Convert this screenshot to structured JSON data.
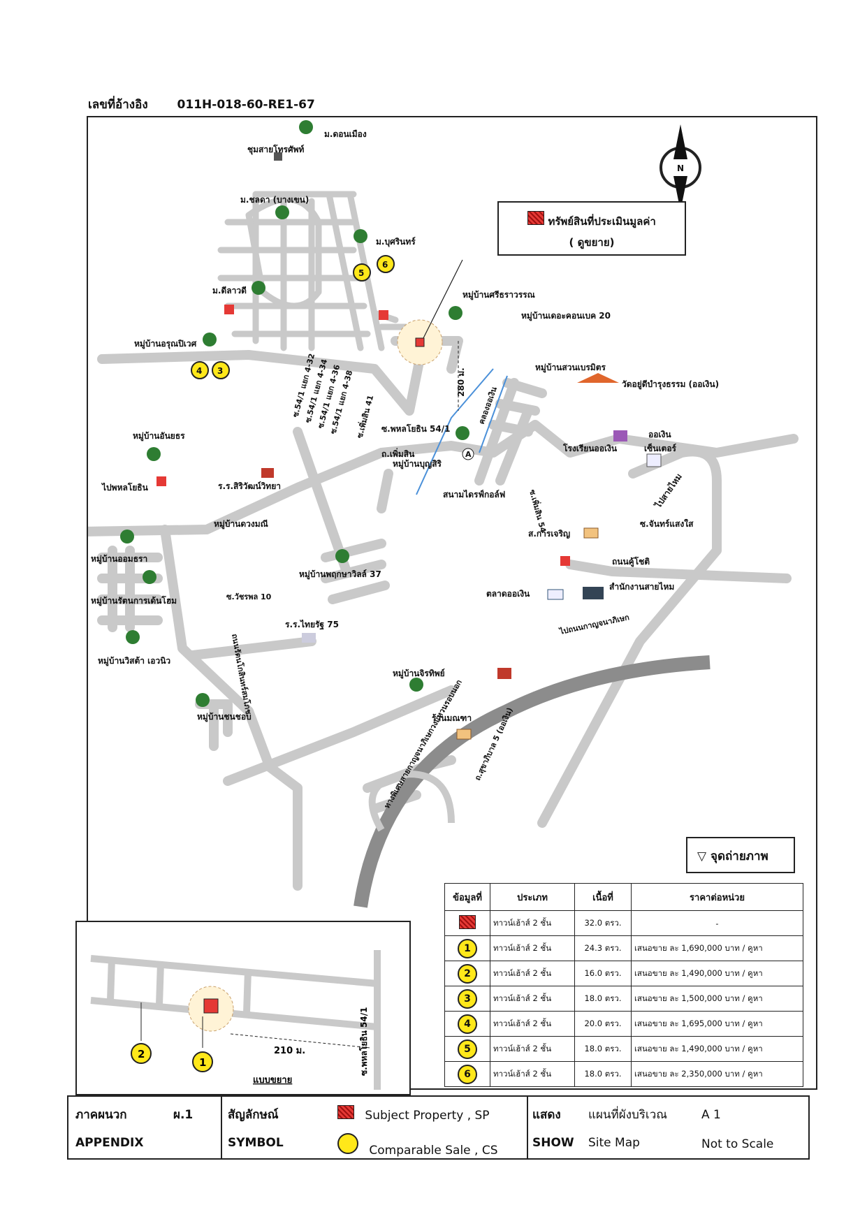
{
  "header": {
    "ref_label": "เลขที่อ้างอิง",
    "ref_number": "011H-018-60-RE1-67"
  },
  "subject_box": {
    "line1": "ทรัพย์สินที่ประเมินมูลค่า",
    "line2": "( ดูขยาย)"
  },
  "photo_legend": "จุดถ่ายภาพ",
  "north": "N",
  "map_labels": {
    "m_donmueang": "ม.ดอนเมือง",
    "telephone": "ชุมสายโทรศัพท์",
    "m_chonlada": "ม.ชลดา (บางเขน)",
    "m_burirom": "ม.บุศรินทร์",
    "m_dilawadi": "ม.ดีลาวดี",
    "mb_sriwannakorn": "หมู่บ้านศรีธราวรรณ",
    "mb_countrybaek": "หมู่บ้านเดอะคอนเบค 20",
    "mb_pornpiwet": "หมู่บ้านอรุณปิเวศ",
    "soi_54_1_4_32": "ซ.54/1 แยก 4-32",
    "soi_54_1_4_34": "ซ.54/1 แยก 4-34",
    "soi_54_1_4_36": "ซ.54/1 แยก 4-36",
    "soi_54_1_4_38": "ซ.54/1 แยก 4-38",
    "soi_permsin_41": "ซ.เพิ่มสิน 41",
    "soi_phahon_54_1": "ซ.พหลโยธิน 54/1",
    "dist_280": "280 ม.",
    "khlong": "คลองออเงิน",
    "mb_suanbenmit": "หมู่บ้านสวนเบรมิตร",
    "wat": "วัดอยู่ดีบำรุงธรรม (ออเงิน)",
    "th_permsin": "ถ.เพิ่มสิน",
    "mb_anyathorn": "หมู่บ้านอันยธร",
    "mb_bunyasiri": "หมู่บ้านบุญสิริ",
    "school_orngoen": "โรงเรียนออเงิน",
    "orngoen_center": "ออเงิน",
    "center2": "เซ็นเตอร์",
    "to_phahon": "ไปพหลโยธิน",
    "sanam_golf": "สนามไดรฟ์กอล์ฟ",
    "soi_permsin_54": "ซ.เพิ่มสิน 54",
    "to_saimai": "ไปสายไหม",
    "school_siriwan": "ร.ร.สิริวัฒน์วิทยา",
    "mb_duangmanee": "หมู่บ้านดวงมณี",
    "soi_chansaengsai": "ซ.จันทร์แสงใส",
    "sor_karncharoen": "ส.การเจริญ",
    "mb_ornthara": "หมู่บ้านออมธรา",
    "mb_pruksavillage": "หมู่บ้านพฤกษาวิลล์ 37",
    "th_kujote": "ถนนคู้โชติ",
    "mb_ratchakarn": "หมู่บ้านรัตนการเด้นโฮม",
    "soi_watchapol": "ซ.วัชรพล 10",
    "market_orngoen": "ตลาดออเงิน",
    "office_saimai": "สำนักงานสายไหม",
    "to_kanchanaphisek": "ไปถนนกาญจนาภิเษก",
    "th_ratchan": "ถนนรัตนโกสินทร์สมโภช",
    "school_thairat": "ร.ร.ไทยรัฐ 75",
    "mb_wisata": "หมู่บ้านวิสต้า เอวนิว",
    "mb_jiratip": "หมู่บ้านจิรทิพย์",
    "expressway": "ทางพิเศษสายกาญจนาภิเษกวงแหวนรอบนอก",
    "th_sukhaphiban5": "ถ.สุขาภิบาล 5 (ออเงิน)",
    "mb_chonchob": "หมู่บ้านชนชอบ",
    "shop": "ร้านมณฑา",
    "marker_a": "A"
  },
  "inset": {
    "title": "แบบขยาย",
    "dist": "210 ม.",
    "soi": "ซ.พหลโยธิน 54/1",
    "c1": "1",
    "c2": "2"
  },
  "comparables_on_map": [
    "5",
    "6",
    "4",
    "3"
  ],
  "table": {
    "headers": [
      "ข้อมูลที่",
      "ประเภท",
      "เนื้อที่",
      "ราคาต่อหน่วย"
    ],
    "rows": [
      {
        "id": "",
        "type": "ทาวน์เฮ้าส์ 2 ชั้น",
        "area": "32.0 ตรว.",
        "price": "-"
      },
      {
        "id": "1",
        "type": "ทาวน์เฮ้าส์ 2 ชั้น",
        "area": "24.3 ตรว.",
        "price": "เสนอขาย ละ 1,690,000 บาท / คูหา"
      },
      {
        "id": "2",
        "type": "ทาวน์เฮ้าส์ 2 ชั้น",
        "area": "16.0 ตรว.",
        "price": "เสนอขาย ละ 1,490,000 บาท / คูหา"
      },
      {
        "id": "3",
        "type": "ทาวน์เฮ้าส์ 2 ชั้น",
        "area": "18.0 ตรว.",
        "price": "เสนอขาย ละ 1,500,000 บาท / คูหา"
      },
      {
        "id": "4",
        "type": "ทาวน์เฮ้าส์ 2 ชั้น",
        "area": "20.0 ตรว.",
        "price": "เสนอขาย ละ 1,695,000 บาท / คูหา"
      },
      {
        "id": "5",
        "type": "ทาวน์เฮ้าส์ 2 ชั้น",
        "area": "18.0 ตรว.",
        "price": "เสนอขาย ละ 1,490,000 บาท / คูหา"
      },
      {
        "id": "6",
        "type": "ทาวน์เฮ้าส์ 2 ชั้น",
        "area": "18.0 ตรว.",
        "price": "เสนอขาย ละ 2,350,000 บาท / คูหา"
      }
    ]
  },
  "footer": {
    "appendix_th": "ภาคผนวก",
    "appendix_code": "ผ.1",
    "appendix_en": "APPENDIX",
    "symbol_th": "สัญลักษณ์",
    "symbol_en": "SYMBOL",
    "subject": "Subject    Property , SP",
    "comparable": "Comparable  Sale , CS",
    "show_th": "แสดง",
    "show_en": "SHOW",
    "map_th": "แผนที่ผังบริเวณ",
    "map_en": "Site Map",
    "map_code": "A 1",
    "scale": "Not to Scale"
  },
  "colors": {
    "road": "#c9c9c9",
    "highway": "#8c8c8c",
    "comparable": "#ffe81a",
    "subject": "#e53935",
    "village": "#2e7d32"
  }
}
